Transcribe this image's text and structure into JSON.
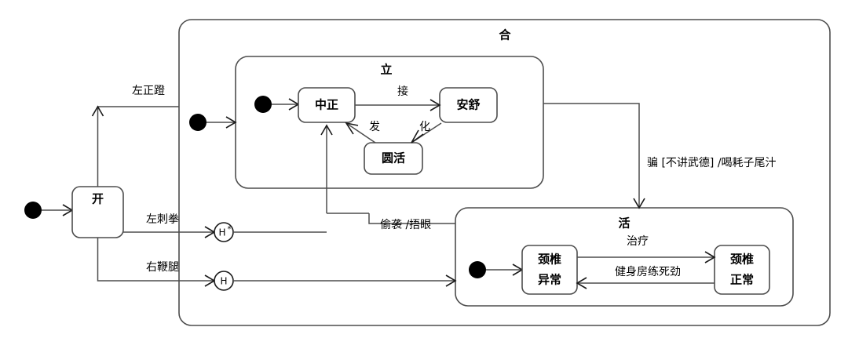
{
  "diagram": {
    "type": "uml-state-machine",
    "title": "",
    "composite_states": [
      {
        "id": "he",
        "name": "合"
      },
      {
        "id": "li",
        "name": "立"
      },
      {
        "id": "huo",
        "name": "活"
      }
    ],
    "states": [
      {
        "id": "kai",
        "name": "开"
      },
      {
        "id": "zhongzheng",
        "name": "中正"
      },
      {
        "id": "anshu",
        "name": "安舒"
      },
      {
        "id": "yuanhuo",
        "name": "圆活"
      },
      {
        "id": "jzyc_line1",
        "name": "颈椎"
      },
      {
        "id": "jzyc_line2",
        "name": "异常"
      },
      {
        "id": "jzzc_line1",
        "name": "颈椎"
      },
      {
        "id": "jzzc_line2",
        "name": "正常"
      }
    ],
    "pseudostates": [
      {
        "id": "init-root",
        "kind": "initial"
      },
      {
        "id": "init-he",
        "kind": "initial"
      },
      {
        "id": "init-li",
        "kind": "initial"
      },
      {
        "id": "init-huo",
        "kind": "initial"
      },
      {
        "id": "deep-history",
        "kind": "deep-history",
        "label": "H",
        "marker": "*"
      },
      {
        "id": "shallow-history",
        "kind": "shallow-history",
        "label": "H",
        "marker": ""
      }
    ],
    "transitions": [
      {
        "id": "t-kai-he",
        "label": "左正蹬"
      },
      {
        "id": "t-kai-deep",
        "label": "左刺拳"
      },
      {
        "id": "t-kai-shallow",
        "label": "右鞭腿"
      },
      {
        "id": "t-zz-as",
        "label": "接"
      },
      {
        "id": "t-yh-zz",
        "label": "发"
      },
      {
        "id": "t-as-yh",
        "label": "化"
      },
      {
        "id": "t-li-huo",
        "label": "骗 [不讲武德] /喝耗子尾汁"
      },
      {
        "id": "t-huo-li",
        "label": "偷袭 /捂眼"
      },
      {
        "id": "t-yc-zc",
        "label": "治疗"
      },
      {
        "id": "t-zc-yc",
        "label": "健身房练死劲"
      }
    ]
  },
  "colors": {
    "background": "#ffffff",
    "stroke": "#4d4d4d",
    "stroke_dark": "#1a1a1a",
    "text": "#000000",
    "fill": "#ffffff"
  }
}
